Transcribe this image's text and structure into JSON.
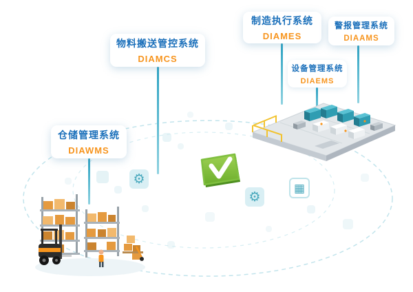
{
  "systems": [
    {
      "id": "diamcs",
      "cn": "物料搬送管控系统",
      "code": "DIAMCS"
    },
    {
      "id": "diames",
      "cn": "制造执行系统",
      "code": "DIAMES"
    },
    {
      "id": "diaams",
      "cn": "警报管理系统",
      "code": "DIAAMS"
    },
    {
      "id": "diaems",
      "cn": "设备管理系统",
      "code": "DIAEMS"
    },
    {
      "id": "diawms",
      "cn": "仓储管理系统",
      "code": "DIAWMS"
    }
  ],
  "colors": {
    "system_name_blue": "#1a6fba",
    "system_code_orange": "#f7941d",
    "connector_teal": "#2ba2c2",
    "decoration_teal": "#cfe9ef",
    "center_green": "#76b82a"
  },
  "icons": {
    "gear": "⚙",
    "grid": "▦"
  },
  "illustrations": {
    "center": "green-check-tile",
    "left": "warehouse-isometric",
    "right": "factory-floor-isometric"
  }
}
